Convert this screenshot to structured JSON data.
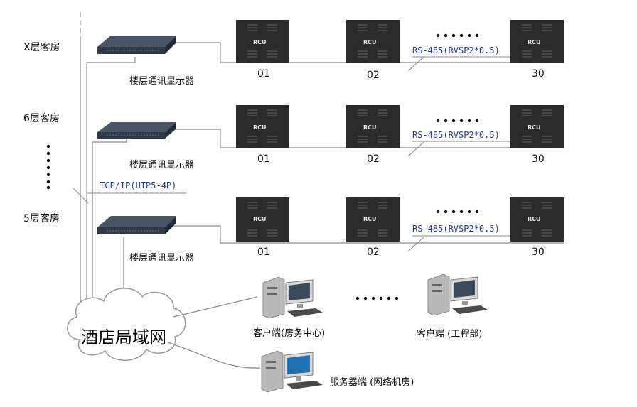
{
  "floors": [
    {
      "id": "x",
      "label": "X层客房",
      "display_label": "楼层通讯显示器",
      "rcu_numbers": [
        "01",
        "02",
        "30"
      ],
      "rcu_text": "RCU",
      "rs485": "RS-485(RVSP2*0.5)"
    },
    {
      "id": "6",
      "label": "6层客房",
      "display_label": "楼层通讯显示器",
      "rcu_numbers": [
        "01",
        "02",
        "30"
      ],
      "rcu_text": "RCU",
      "rs485": "RS-485(RVSP2*0.5)"
    },
    {
      "id": "5",
      "label": "5层客房",
      "display_label": "楼层通讯显示器",
      "rcu_numbers": [
        "01",
        "02",
        "30"
      ],
      "rcu_text": "RCU",
      "rs485": "RS-485(RVSP2*0.5)"
    }
  ],
  "tcp_label": "TCP/IP(UTP5-4P)",
  "lan_label": "酒店局域网",
  "clients": {
    "front_desk": "客户端(房务中心)",
    "engineering": "客户端 (工程部)",
    "server": "服务器端 (网络机房)"
  },
  "colors": {
    "line": "#8a8a8a",
    "blue_text": "#233b9a",
    "rcu_body": "#2b2b2b",
    "switch_body": "#2f3947"
  }
}
